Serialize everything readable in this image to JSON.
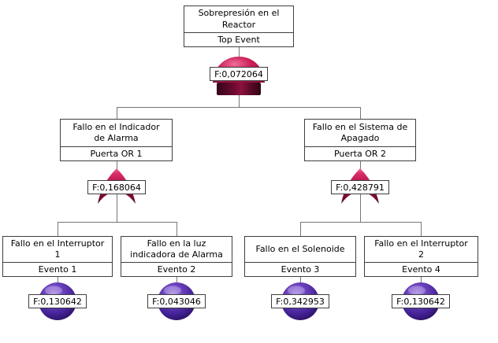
{
  "diagram": {
    "top_event": {
      "title": "Sobrepresión en el\nReactor",
      "type_label": "Top Event",
      "icon": "and-gate",
      "frequency": "F:0,072064"
    },
    "gates": [
      {
        "title": "Fallo en el Indicador\nde Alarma",
        "type_label": "Puerta OR 1",
        "icon": "or-gate",
        "frequency": "F:0,168064"
      },
      {
        "title": "Fallo en el Sistema de\nApagado",
        "type_label": "Puerta OR 2",
        "icon": "or-gate",
        "frequency": "F:0,428791"
      }
    ],
    "basic_events": [
      {
        "title": "Fallo en el Interruptor\n1",
        "type_label": "Evento 1",
        "icon": "basic-event-sphere",
        "frequency": "F:0,130642"
      },
      {
        "title": "Fallo en la luz\nindicadora de Alarma",
        "type_label": "Evento 2",
        "icon": "basic-event-sphere",
        "frequency": "F:0,043046"
      },
      {
        "title": "Fallo en el Solenoide",
        "type_label": "Evento 3",
        "icon": "basic-event-sphere",
        "frequency": "F:0,342953"
      },
      {
        "title": "Fallo en el Interruptor\n2",
        "type_label": "Evento 4",
        "icon": "basic-event-sphere",
        "frequency": "F:0,130642"
      }
    ],
    "colors": {
      "gate_crimson": "#c01a4e",
      "gate_dark_maroon": "#4a0620",
      "sphere_purple": "#5a35ae",
      "connector_gray": "#767676",
      "box_border": "#3f3f3f",
      "background": "#ffffff"
    }
  }
}
